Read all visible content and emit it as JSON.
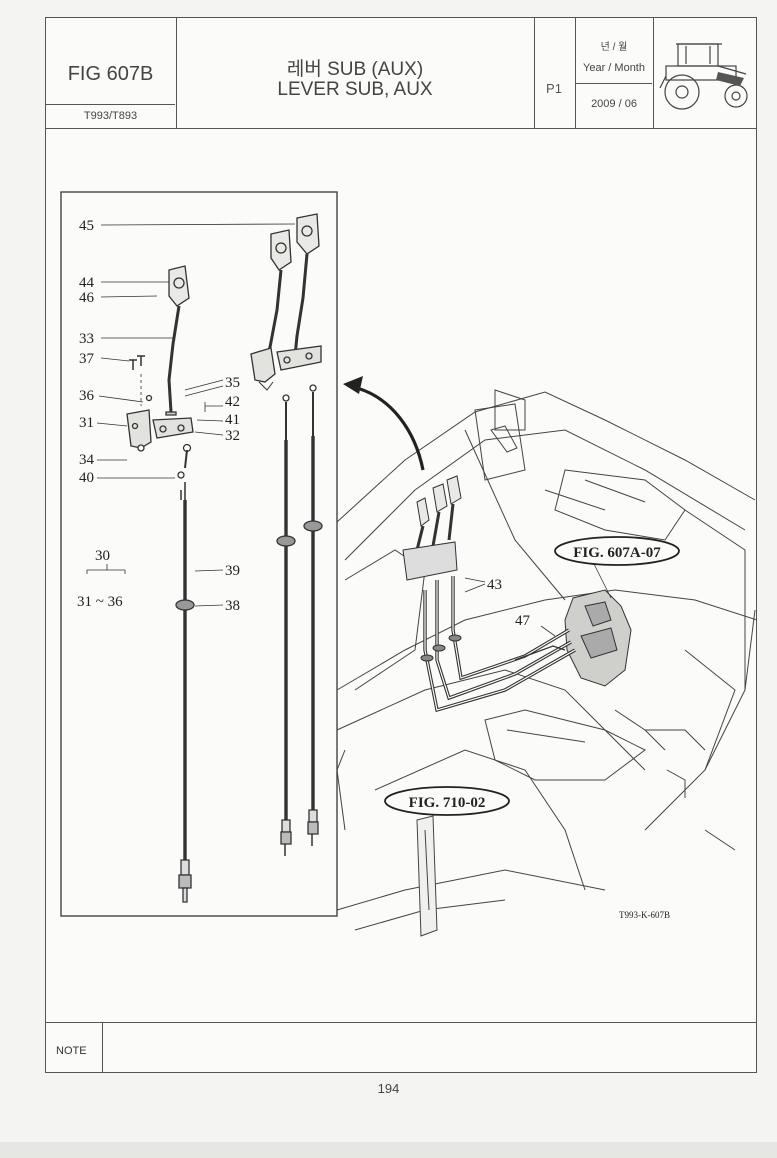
{
  "header": {
    "fig_no": "FIG 607B",
    "model": "T993/T893",
    "title_ko": "레버 SUB (AUX)",
    "title_en": "LEVER SUB, AUX",
    "page_code": "P1",
    "year_month_ko": "년 / 월",
    "year_month_en": "Year / Month",
    "date": "2009 / 06"
  },
  "callouts": {
    "c45": "45",
    "c44": "44",
    "c46": "46",
    "c33": "33",
    "c37": "37",
    "c35": "35",
    "c36": "36",
    "c42": "42",
    "c31": "31",
    "c41": "41",
    "c32": "32",
    "c34": "34",
    "c40": "40",
    "c30": "30",
    "c31_36": "31 ~ 36",
    "c39": "39",
    "c38": "38",
    "c43": "43",
    "c47": "47"
  },
  "refs": {
    "fig_607a": "FIG. 607A-07",
    "fig_710": "FIG. 710-02",
    "drawing_code": "T993-K-607B"
  },
  "note_label": "NOTE",
  "page_number": "194"
}
